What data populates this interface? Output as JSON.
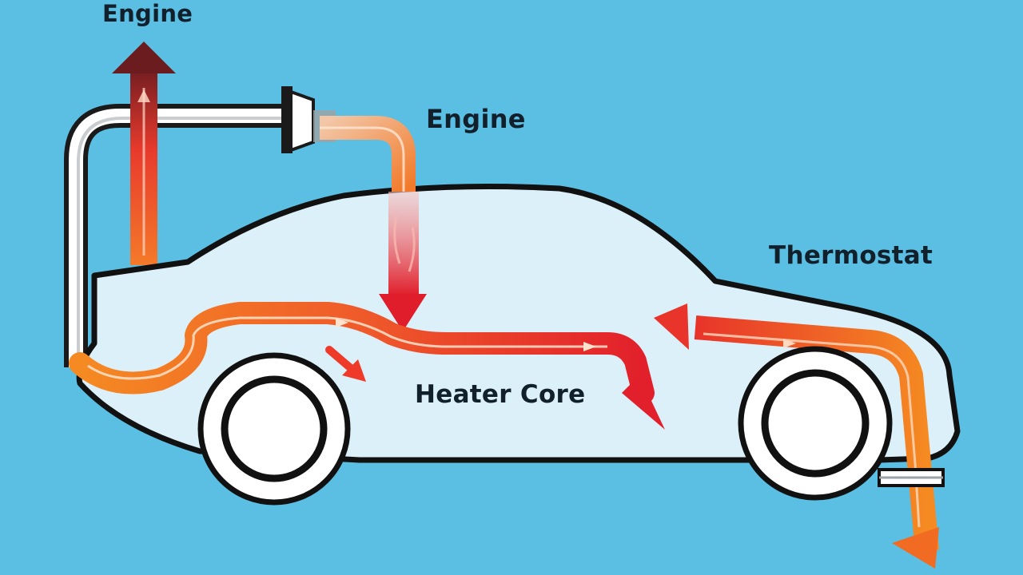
{
  "labels": {
    "engine_top": "Engine",
    "engine_mid": "Engine",
    "thermostat": "Thermostat",
    "heater_core": "Heater Core"
  },
  "colors": {
    "background": "#5bbfe3",
    "car_body_fill": "#dcf0f9",
    "outline": "#111111",
    "hot_flow": "#e8242e",
    "warm_flow": "#f26b22",
    "pipe_gray": "#9aa3a8"
  }
}
